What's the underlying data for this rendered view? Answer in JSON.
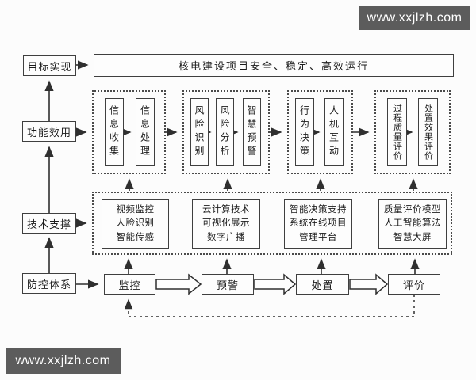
{
  "watermarks": {
    "top_right": "www.xxjlzh.com",
    "bottom_left": "www.xxjlzh.com"
  },
  "left_rail": {
    "items": [
      {
        "label": "目标实现"
      },
      {
        "label": "功能效用"
      },
      {
        "label": "技术支撑"
      },
      {
        "label": "防控体系"
      }
    ]
  },
  "goal_banner": {
    "text": "核电建设项目安全、稳定、高效运行"
  },
  "function_layer": {
    "groups": [
      {
        "items": [
          "信息收集",
          "信息处理"
        ]
      },
      {
        "items": [
          "风险识别",
          "风险分析",
          "智慧预警"
        ]
      },
      {
        "items": [
          "行为决策",
          "人机互动"
        ]
      },
      {
        "items": [
          "过程质量评价",
          "处置效果评价"
        ]
      }
    ]
  },
  "tech_layer": {
    "boxes": [
      {
        "lines": [
          "视频监控",
          "人脸识别",
          "智能传感"
        ]
      },
      {
        "lines": [
          "云计算技术",
          "可视化展示",
          "数字广播"
        ]
      },
      {
        "lines": [
          "智能决策支持",
          "系统在线项目",
          "管理平台"
        ]
      },
      {
        "lines": [
          "质量评价模型",
          "人工智能算法",
          "智慧大屏"
        ]
      }
    ]
  },
  "process_layer": {
    "steps": [
      "监控",
      "预警",
      "处置",
      "评价"
    ]
  },
  "colors": {
    "line": "#2f2f2f",
    "box_border": "#3f3f3f",
    "watermark_bg": "#5c5c5c",
    "watermark_text": "#ffffff",
    "background": "#fcfcfc"
  }
}
